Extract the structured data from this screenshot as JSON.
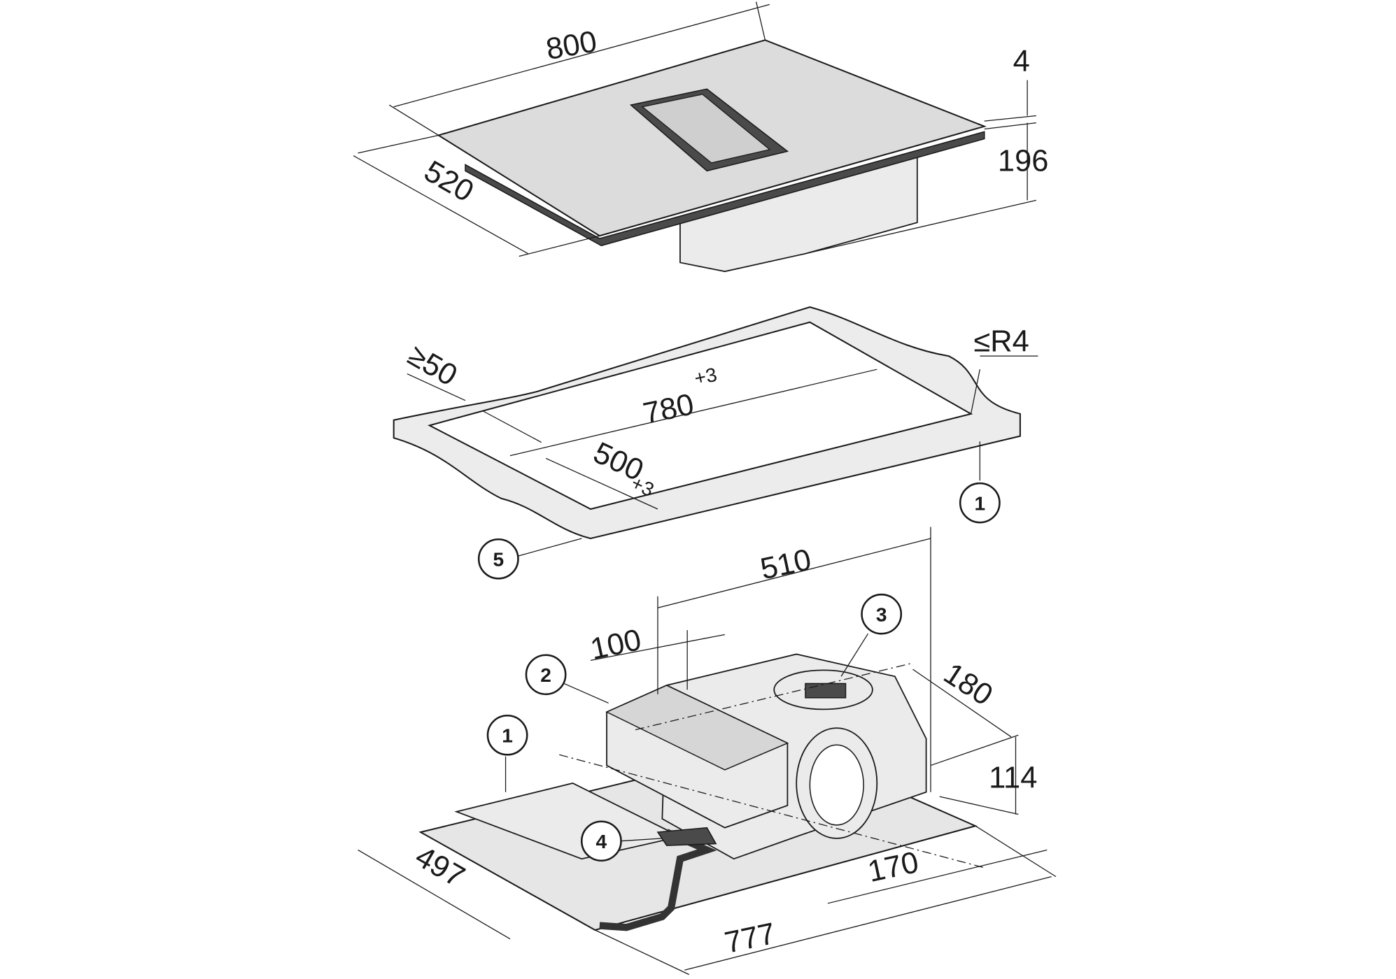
{
  "diagram": {
    "hob": {
      "width": "800",
      "glass_thickness": "4",
      "height": "196",
      "depth": "520"
    },
    "cutout": {
      "edge_distance": "≥50",
      "corner_radius": "≤R4",
      "width": "780",
      "width_tolerance": "+3",
      "depth": "500",
      "depth_tolerance": "+3"
    },
    "fan_unit": {
      "offset_510": "510",
      "offset_100": "100",
      "size_180": "180",
      "height_114": "114",
      "depth_497": "497",
      "offset_170": "170",
      "width_777": "777"
    },
    "callouts": {
      "worktop_top": "1",
      "worktop_edge": "5",
      "fan_unit_box": "2",
      "fan_outlet": "3",
      "worktop_bottom": "1",
      "cable": "4"
    }
  }
}
